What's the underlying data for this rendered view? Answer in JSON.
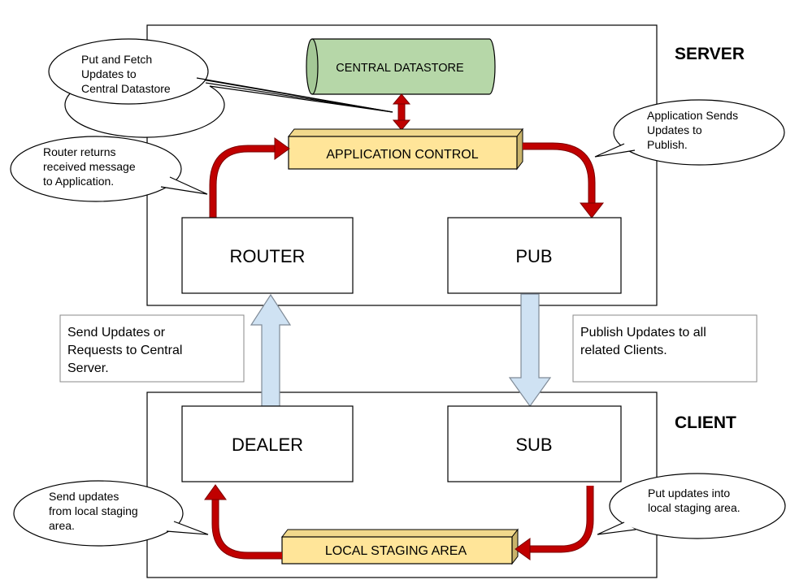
{
  "server": {
    "title": "SERVER",
    "datastore": "CENTRAL DATASTORE",
    "app_control": "APPLICATION CONTROL",
    "router": "ROUTER",
    "pub": "PUB"
  },
  "client": {
    "title": "CLIENT",
    "dealer": "DEALER",
    "sub": "SUB",
    "staging": "LOCAL STAGING AREA"
  },
  "notes": {
    "put_fetch": [
      "Put and Fetch",
      "Updates to",
      "Central Datastore"
    ],
    "app_sends": [
      "Application Sends",
      "Updates to",
      "Publish."
    ],
    "router_returns": [
      "Router returns",
      "received message",
      "to Application."
    ],
    "send_updates_box": [
      "Send Updates or",
      "Requests to Central",
      "Server."
    ],
    "publish_box": [
      "Publish Updates to all",
      "related Clients."
    ],
    "send_local": [
      "Send updates",
      "from local staging",
      "area."
    ],
    "put_local": [
      "Put updates into",
      "local staging area."
    ]
  },
  "colors": {
    "datastore_fill": "#b6d7a8",
    "bar_fill": "#ffe599",
    "red_arrow": "#c00000",
    "blue_arrow": "#cfe2f3"
  }
}
